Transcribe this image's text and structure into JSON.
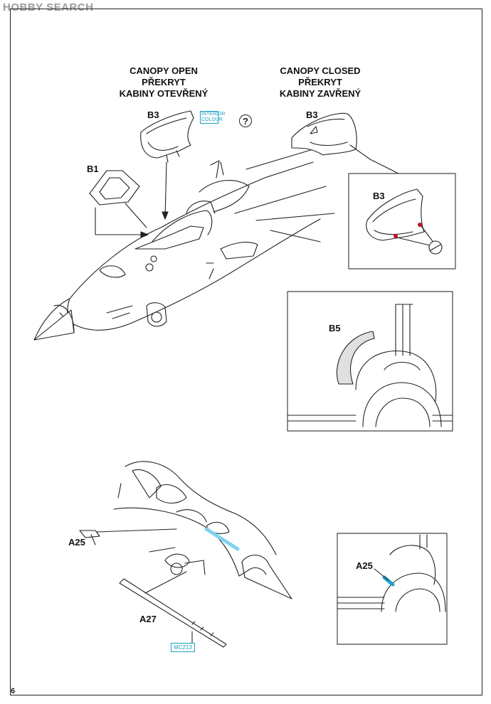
{
  "watermark": "HOBBY SEARCH",
  "page_number": "6",
  "question_mark": "?",
  "canopy_open": {
    "line1": "CANOPY OPEN",
    "line2": "PŘEKRYT",
    "line3": "KABINY OTEVŘENÝ"
  },
  "canopy_closed": {
    "line1": "CANOPY CLOSED",
    "line2": "PŘEKRYT",
    "line3": "KABINY ZAVŘENÝ"
  },
  "parts": {
    "b3_open": "B3",
    "b1": "B1",
    "b3_closed": "B3",
    "b3_detail": "B3",
    "b5": "B5",
    "a25": "A25",
    "a27": "A27",
    "a25_detail": "A25"
  },
  "color_tags": {
    "interior_line1": "INTERIOR",
    "interior_line2": "COLOUR",
    "mc213": "MC213"
  },
  "colors": {
    "line": "#222222",
    "callout_blue": "#1fa0c8",
    "marker_red": "#c0121a",
    "highlight_blue": "#7fd3ee"
  }
}
